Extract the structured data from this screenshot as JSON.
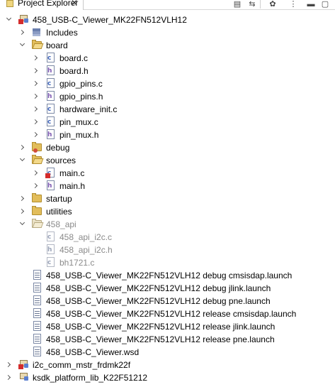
{
  "panel": {
    "title": "Project Explorer",
    "close_glyph": "✕",
    "toolbar": [
      "collapse-all-icon",
      "link-with-editor-icon",
      "filters-icon",
      "view-menu-icon",
      "minimize-icon",
      "maximize-icon"
    ]
  },
  "tree": {
    "project": {
      "label": "458_USB-C_Viewer_MK22FN512VLH12",
      "children": {
        "includes": "Includes",
        "board": {
          "label": "board",
          "files": [
            "board.c",
            "board.h",
            "gpio_pins.c",
            "gpio_pins.h",
            "hardware_init.c",
            "pin_mux.c",
            "pin_mux.h"
          ]
        },
        "debug": "debug",
        "sources": {
          "label": "sources",
          "files": [
            "main.c",
            "main.h"
          ]
        },
        "startup": "startup",
        "utilities": "utilities",
        "api": {
          "label": "458_api",
          "files": [
            "458_api_i2c.c",
            "458_api_i2c.h",
            "bh1721.c"
          ]
        },
        "launches": [
          "458_USB-C_Viewer_MK22FN512VLH12 debug cmsisdap.launch",
          "458_USB-C_Viewer_MK22FN512VLH12 debug jlink.launch",
          "458_USB-C_Viewer_MK22FN512VLH12 debug pne.launch",
          "458_USB-C_Viewer_MK22FN512VLH12 release cmsisdap.launch",
          "458_USB-C_Viewer_MK22FN512VLH12 release jlink.launch",
          "458_USB-C_Viewer_MK22FN512VLH12 release pne.launch",
          "458_USB-C_Viewer.wsd"
        ]
      }
    },
    "other_projects": [
      "i2c_comm_mstr_frdmk22f",
      "ksdk_platform_lib_K22F51212"
    ]
  }
}
